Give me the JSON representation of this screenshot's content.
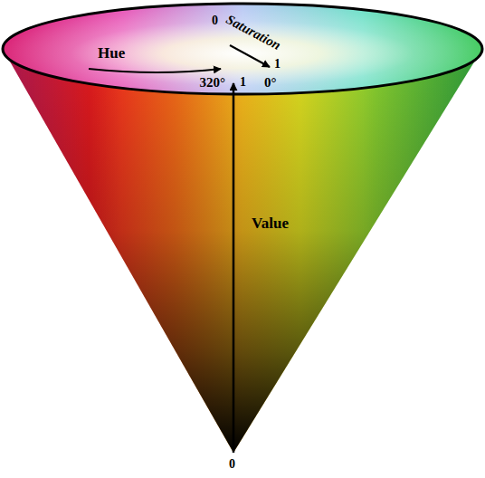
{
  "diagram": {
    "labels": [
      "0",
      "Saturation",
      "Hue",
      "1",
      "320°",
      "1",
      "0°",
      "Value",
      "0"
    ]
  }
}
